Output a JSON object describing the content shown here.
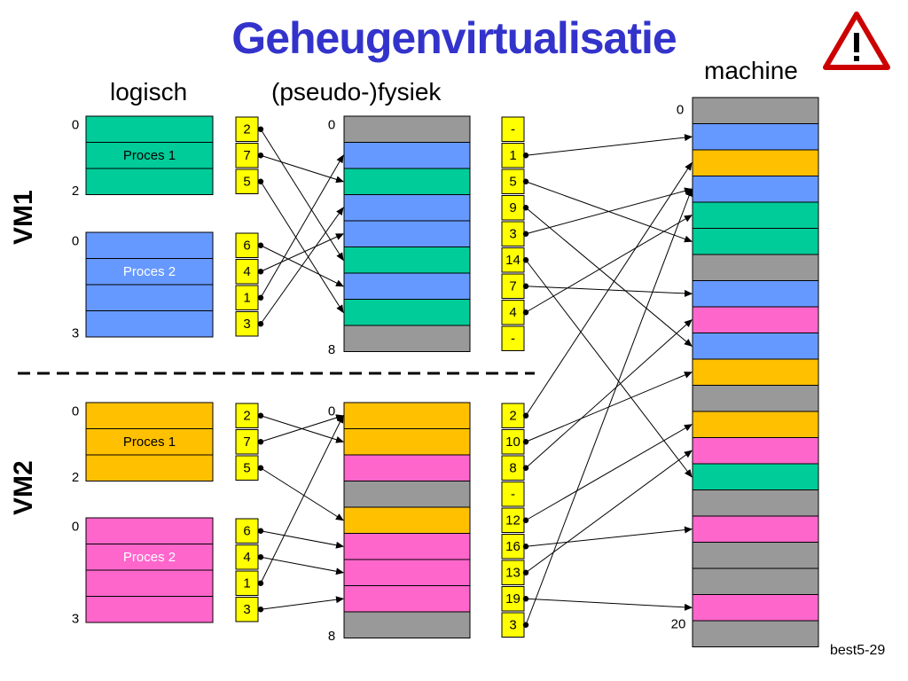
{
  "header": {
    "title": "Geheugenvirtualisatie",
    "logical_label": "logisch",
    "pseudo_label": "(pseudo-)fysiek",
    "machine_label": "machine",
    "warning_icon": "warning-icon"
  },
  "colors": {
    "green": "#00cc99",
    "blue": "#6699ff",
    "orange": "#ffc000",
    "pink": "#ff66cc",
    "gray": "#999999",
    "yellow": "#ffff00",
    "title": "#3333cc"
  },
  "vms": [
    {
      "label": "VM1",
      "processes": [
        {
          "name": "Proces 1",
          "colorKey": "green",
          "pages": 3,
          "start": "0",
          "end": "2",
          "table": [
            "2",
            "7",
            "5"
          ],
          "targets": [
            5,
            2,
            7
          ]
        },
        {
          "name": "Proces 2",
          "colorKey": "blue",
          "pages": 4,
          "start": "0",
          "end": "3",
          "table": [
            "6",
            "4",
            "1",
            "3"
          ],
          "targets": [
            6,
            4,
            1,
            3
          ]
        }
      ],
      "pseudo": {
        "start": "0",
        "end": "8",
        "frames": [
          "gray",
          "blue",
          "green",
          "blue",
          "blue",
          "green",
          "blue",
          "green",
          "gray"
        ],
        "map": [
          "-",
          "1",
          "5",
          "9",
          "3",
          "14",
          "7",
          "4",
          "-"
        ]
      }
    },
    {
      "label": "VM2",
      "processes": [
        {
          "name": "Proces 1",
          "colorKey": "orange",
          "pages": 3,
          "start": "0",
          "end": "2",
          "table": [
            "2",
            "7",
            "5"
          ],
          "targets": [
            1,
            0,
            4
          ]
        },
        {
          "name": "Proces 2",
          "colorKey": "pink",
          "pages": 4,
          "start": "0",
          "end": "3",
          "table": [
            "6",
            "4",
            "1",
            "3"
          ],
          "targets": [
            5,
            6,
            0,
            7
          ]
        }
      ],
      "pseudo": {
        "start": "0",
        "end": "8",
        "frames": [
          "orange",
          "orange",
          "pink",
          "gray",
          "orange",
          "pink",
          "pink",
          "pink",
          "gray"
        ],
        "map": [
          "2",
          "10",
          "8",
          "-",
          "12",
          "16",
          "13",
          "19",
          "3"
        ]
      }
    }
  ],
  "machine": {
    "start": "0",
    "end": "20",
    "frames": [
      "gray",
      "blue",
      "orange",
      "blue",
      "green",
      "green",
      "gray",
      "blue",
      "pink",
      "blue",
      "orange",
      "gray",
      "orange",
      "pink",
      "green",
      "gray",
      "pink",
      "gray",
      "gray",
      "pink",
      "gray"
    ]
  },
  "footer": {
    "slide_id": "best5-29"
  }
}
